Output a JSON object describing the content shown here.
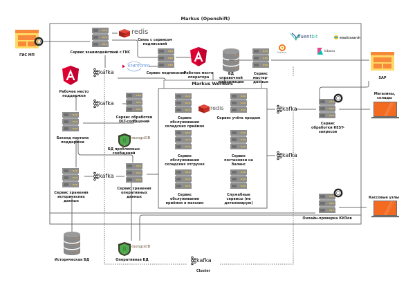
{
  "diagram": {
    "outer_container_title": "Markus (Openshift)",
    "workers_container_title": "Markus Workers",
    "cluster_label": "Cluster",
    "colors": {
      "line": "#6b6b6b",
      "server_body": "#8e8e8e",
      "server_led": "#f5c542",
      "angular_red": "#dd0031",
      "redis_red": "#d82c20",
      "app_orange": "#f7893b",
      "app_yellow": "#ffd966",
      "laptop_orange": "#f26b21",
      "mongo_green": "#4fa94d",
      "db_gray": "#8a8a8a"
    },
    "external_systems": {
      "gis_mp": "ГИС МП",
      "sap": "SAP",
      "stores_warehouses": "Магазины, склады",
      "cash_registers": "Кассовые узлы"
    },
    "services": {
      "gis_interaction": "Сервис взаимодействий с ГИС",
      "signature_link": "Связь с сервисом подписаний",
      "signature_service": "Сервис подписаний",
      "operator_workplace": "Рабочее место оператора",
      "reference_db": "БД справочной информации",
      "master_data": "Сервис мастер-данных",
      "support_workplace": "Рабочее место поддержки",
      "dlt_processing": "Сервис обработки DLT-сообщений",
      "support_backend": "Бэкенд портала поддержки",
      "problem_messages_db": "БД проблемных сообщений",
      "historical_storage": "Сервис хранения исторических данных",
      "operational_storage": "Сервис хранения оперативных данных",
      "rest_processing": "Сервис обработки REST-запросов",
      "kiz_online_check": "Онлайн-проверка КИЗов",
      "historical_db": "Историческая БД",
      "operational_db": "Оперативная БД"
    },
    "workers": {
      "warehouse_receipts": "Сервис обслуживания складских приёмок",
      "sales_accounting": "Сервис учёта продаж",
      "warehouse_shipments": "Сервис обслуживания складских отгрузок",
      "balance_registration": "Сервис постановки на баланс",
      "store_receipts": "Сервис обслуживания приёмок в магазин",
      "utility_services": "Служебные сервисы (не детализирую)"
    },
    "tech_logos": {
      "redis": "redis",
      "kafka": "kafka",
      "cryptopro": "КРИПТОПРО",
      "mongodb": "mongoDB",
      "fluentbit_a": "fluent",
      "fluentbit_b": "bit",
      "elasticsearch": "elasticsearch",
      "grafana": "Grafana",
      "kibana": "kibana"
    }
  }
}
